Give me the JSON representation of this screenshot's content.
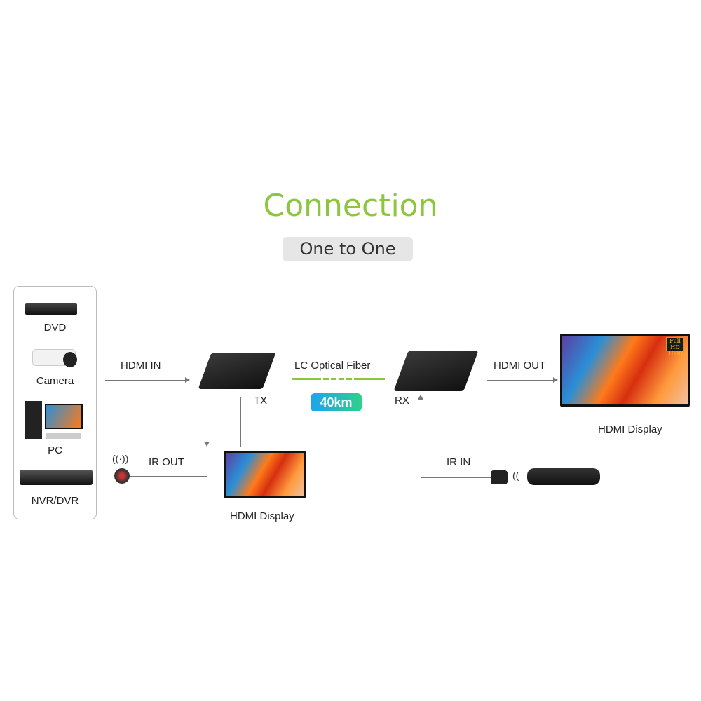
{
  "title": "Connection",
  "subtitle": "One to One",
  "sources": [
    "DVD",
    "Camera",
    "PC",
    "NVR/DVR"
  ],
  "labels": {
    "hdmi_in": "HDMI IN",
    "tx": "TX",
    "rx": "RX",
    "fiber": "LC Optical Fiber",
    "distance": "40km",
    "hdmi_out": "HDMI OUT",
    "ir_out": "IR OUT",
    "ir_in": "IR IN",
    "display_local": "HDMI Display",
    "display_remote": "HDMI Display"
  },
  "tv_badge": {
    "line1": "Full HD",
    "line2": "1080"
  },
  "colors": {
    "title": "#8cc63f",
    "fiber": "#8cc63f",
    "distance_start": "#1fa2f0",
    "distance_end": "#2fd08a"
  }
}
